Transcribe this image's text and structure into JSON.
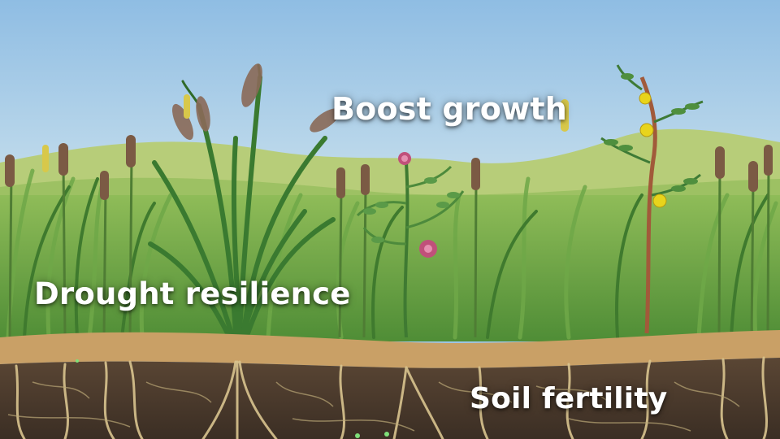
{
  "scene": {
    "labels": {
      "boost_growth": "Boost growth",
      "drought_resilience": "Drought resilience",
      "soil_fertility": "Soil fertility"
    },
    "colors": {
      "sky_top": "#8fbde3",
      "sky_bottom": "#cfe4ea",
      "hills": "#b9cf7a",
      "grass": "#5a9a3e",
      "soil_band": "#c9a066",
      "soil": "#4a3a2c",
      "roots": "#d8c48e",
      "flower_pink": "#c0507a",
      "flower_yellow": "#e8d41c",
      "label_text": "#ffffff"
    },
    "icons": [
      "grass-icon",
      "cattail-icon",
      "vetch-flower-icon",
      "yellow-flower-plant-icon",
      "root-icon"
    ]
  }
}
